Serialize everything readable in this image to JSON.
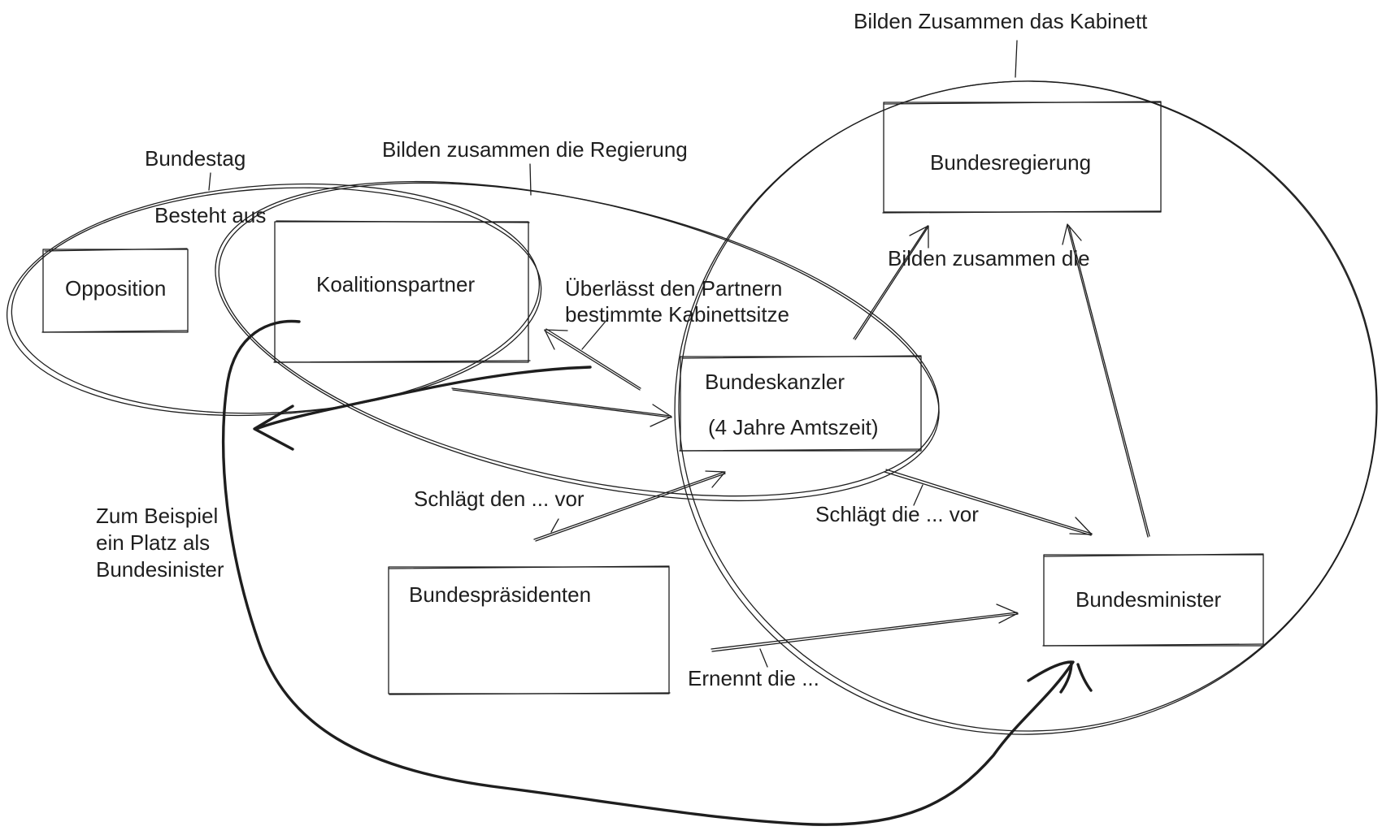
{
  "labels": {
    "kabinett": "Bilden Zusammen das Kabinett",
    "bundestag": "Bundestag",
    "regierung": "Bilden zusammen die Regierung",
    "besteht_aus": "Besteht aus",
    "ueberlaesst_line1": "Überlässt den Partnern",
    "ueberlaesst_line2": "bestimmte Kabinettsitze",
    "bilden_zusammen_die": "Bilden zusammen die",
    "schlaegt_den": "Schlägt den ... vor",
    "schlaegt_die": "Schlägt die ... vor",
    "ernennt": "Ernennt die ...",
    "beispiel_line1": "Zum Beispiel",
    "beispiel_line2": "ein Platz als",
    "beispiel_line3": "Bundesinister"
  },
  "boxes": {
    "opposition": "Opposition",
    "koalitionspartner": "Koalitionspartner",
    "bundesregierung": "Bundesregierung",
    "bundeskanzler": "Bundeskanzler",
    "amtszeit": "(4 Jahre Amtszeit)",
    "bundespraesidenten": "Bundespräsidenten",
    "bundesminister": "Bundesminister"
  },
  "colors": {
    "ink": "#1e1e1e",
    "background": "#ffffff"
  }
}
